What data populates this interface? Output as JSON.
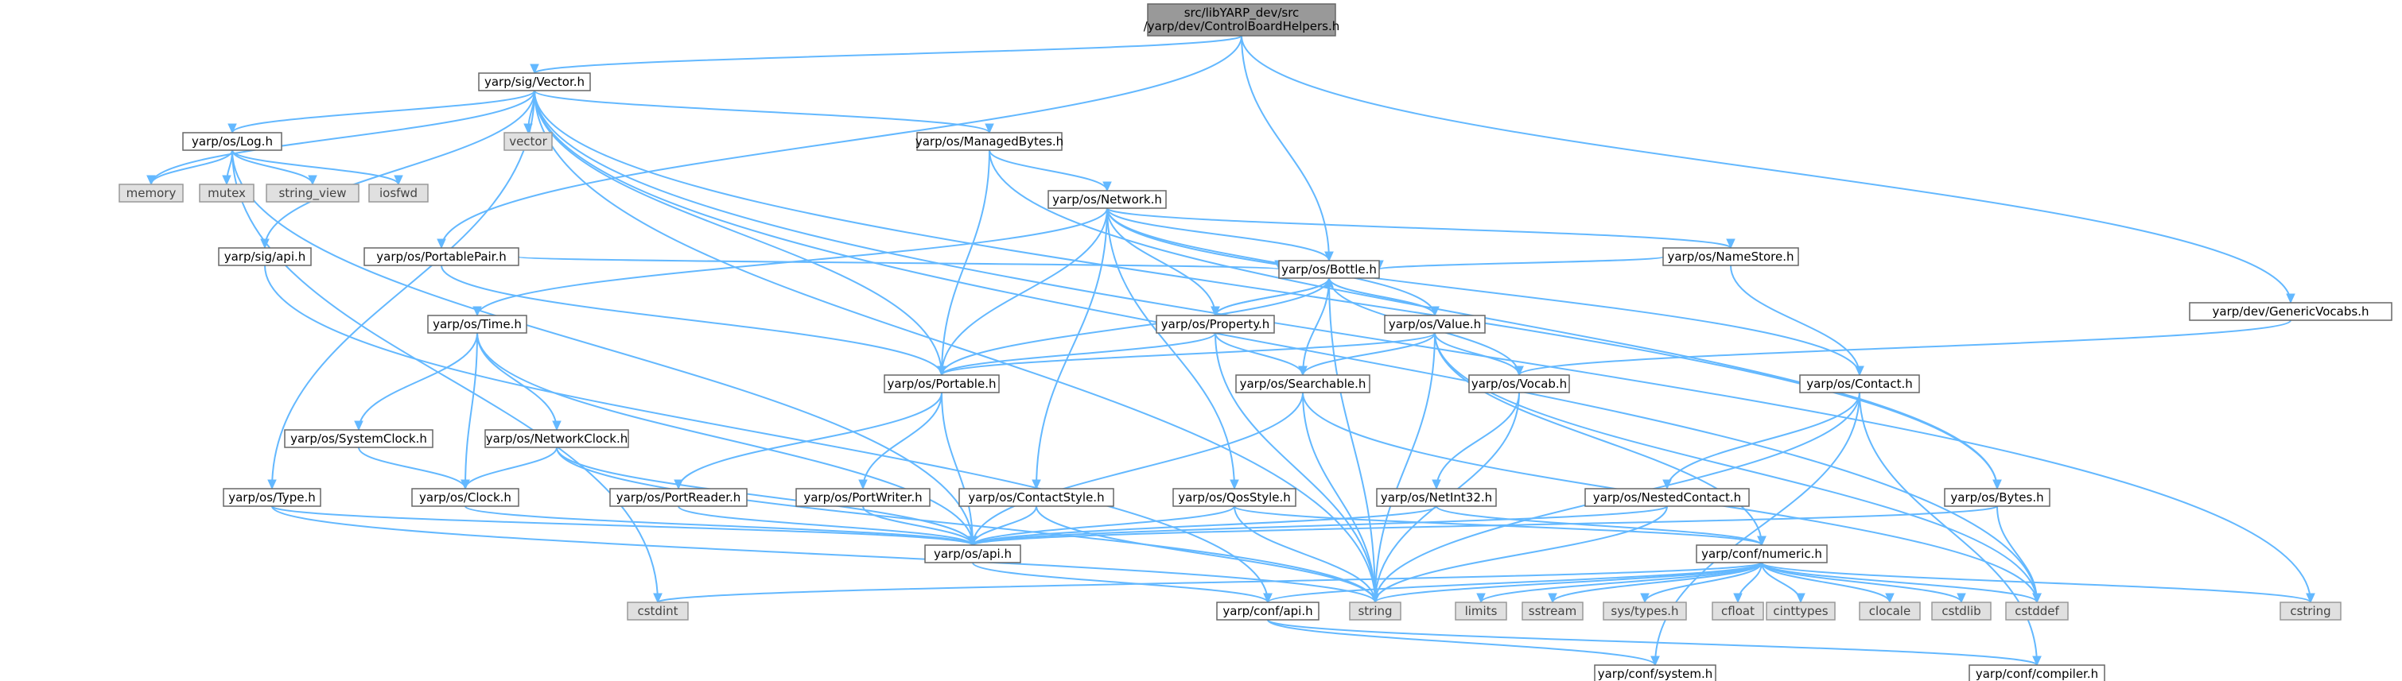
{
  "colors": {
    "edge": "#63b8ff",
    "node_border": "#666666",
    "system_fill": "#e0e0e0",
    "root_fill": "#999999",
    "node_fill": "#ffffff"
  },
  "root": {
    "lines": [
      "src/libYARP_dev/src",
      "/yarp/dev/ControlBoardHelpers.h"
    ]
  },
  "nodes": [
    {
      "id": "vector_h",
      "label": "yarp/sig/Vector.h",
      "kind": "header"
    },
    {
      "id": "genericvocabs",
      "label": "yarp/dev/GenericVocabs.h",
      "kind": "header"
    },
    {
      "id": "log",
      "label": "yarp/os/Log.h",
      "kind": "header"
    },
    {
      "id": "managedbytes",
      "label": "yarp/os/ManagedBytes.h",
      "kind": "header"
    },
    {
      "id": "network",
      "label": "yarp/os/Network.h",
      "kind": "header"
    },
    {
      "id": "sigapi",
      "label": "yarp/sig/api.h",
      "kind": "header"
    },
    {
      "id": "portablepair",
      "label": "yarp/os/PortablePair.h",
      "kind": "header"
    },
    {
      "id": "namestore",
      "label": "yarp/os/NameStore.h",
      "kind": "header"
    },
    {
      "id": "bottle",
      "label": "yarp/os/Bottle.h",
      "kind": "header"
    },
    {
      "id": "time",
      "label": "yarp/os/Time.h",
      "kind": "header"
    },
    {
      "id": "property",
      "label": "yarp/os/Property.h",
      "kind": "header"
    },
    {
      "id": "value",
      "label": "yarp/os/Value.h",
      "kind": "header"
    },
    {
      "id": "portable",
      "label": "yarp/os/Portable.h",
      "kind": "header"
    },
    {
      "id": "searchable",
      "label": "yarp/os/Searchable.h",
      "kind": "header"
    },
    {
      "id": "vocab",
      "label": "yarp/os/Vocab.h",
      "kind": "header"
    },
    {
      "id": "contact",
      "label": "yarp/os/Contact.h",
      "kind": "header"
    },
    {
      "id": "systemclock",
      "label": "yarp/os/SystemClock.h",
      "kind": "header"
    },
    {
      "id": "networkclock",
      "label": "yarp/os/NetworkClock.h",
      "kind": "header"
    },
    {
      "id": "clock",
      "label": "yarp/os/Clock.h",
      "kind": "header"
    },
    {
      "id": "type",
      "label": "yarp/os/Type.h",
      "kind": "header"
    },
    {
      "id": "portreader",
      "label": "yarp/os/PortReader.h",
      "kind": "header"
    },
    {
      "id": "portwriter",
      "label": "yarp/os/PortWriter.h",
      "kind": "header"
    },
    {
      "id": "contactstyle",
      "label": "yarp/os/ContactStyle.h",
      "kind": "header"
    },
    {
      "id": "qosstyle",
      "label": "yarp/os/QosStyle.h",
      "kind": "header"
    },
    {
      "id": "netint32",
      "label": "yarp/os/NetInt32.h",
      "kind": "header"
    },
    {
      "id": "nestedcontact",
      "label": "yarp/os/NestedContact.h",
      "kind": "header"
    },
    {
      "id": "bytes",
      "label": "yarp/os/Bytes.h",
      "kind": "header"
    },
    {
      "id": "osapi",
      "label": "yarp/os/api.h",
      "kind": "header"
    },
    {
      "id": "numeric",
      "label": "yarp/conf/numeric.h",
      "kind": "header"
    },
    {
      "id": "confapi",
      "label": "yarp/conf/api.h",
      "kind": "header"
    },
    {
      "id": "confsystem",
      "label": "yarp/conf/system.h",
      "kind": "header"
    },
    {
      "id": "confcompiler",
      "label": "yarp/conf/compiler.h",
      "kind": "header"
    },
    {
      "id": "vector",
      "label": "vector",
      "kind": "system"
    },
    {
      "id": "memory",
      "label": "memory",
      "kind": "system"
    },
    {
      "id": "mutex",
      "label": "mutex",
      "kind": "system"
    },
    {
      "id": "string_view",
      "label": "string_view",
      "kind": "system"
    },
    {
      "id": "iosfwd",
      "label": "iosfwd",
      "kind": "system"
    },
    {
      "id": "cstdint",
      "label": "cstdint",
      "kind": "system"
    },
    {
      "id": "string",
      "label": "string",
      "kind": "system"
    },
    {
      "id": "limits",
      "label": "limits",
      "kind": "system"
    },
    {
      "id": "sstream",
      "label": "sstream",
      "kind": "system"
    },
    {
      "id": "systypes",
      "label": "sys/types.h",
      "kind": "system"
    },
    {
      "id": "cfloat",
      "label": "cfloat",
      "kind": "system"
    },
    {
      "id": "cinttypes",
      "label": "cinttypes",
      "kind": "system"
    },
    {
      "id": "clocale",
      "label": "clocale",
      "kind": "system"
    },
    {
      "id": "cstdlib",
      "label": "cstdlib",
      "kind": "system"
    },
    {
      "id": "cstddef",
      "label": "cstddef",
      "kind": "system"
    },
    {
      "id": "cstring",
      "label": "cstring",
      "kind": "system"
    }
  ],
  "edges": [
    [
      "root",
      "vector_h"
    ],
    [
      "root",
      "portablepair"
    ],
    [
      "root",
      "bottle"
    ],
    [
      "root",
      "genericvocabs"
    ],
    [
      "vector_h",
      "log"
    ],
    [
      "vector_h",
      "memory"
    ],
    [
      "vector_h",
      "vector"
    ],
    [
      "vector_h",
      "managedbytes"
    ],
    [
      "vector_h",
      "sigapi"
    ],
    [
      "vector_h",
      "type"
    ],
    [
      "vector_h",
      "portable"
    ],
    [
      "vector_h",
      "string"
    ],
    [
      "vector_h",
      "cstddef"
    ],
    [
      "vector_h",
      "cstring"
    ],
    [
      "vector_h",
      "bytes"
    ],
    [
      "log",
      "memory"
    ],
    [
      "log",
      "mutex"
    ],
    [
      "log",
      "string_view"
    ],
    [
      "log",
      "iosfwd"
    ],
    [
      "log",
      "osapi"
    ],
    [
      "log",
      "cstdint"
    ],
    [
      "managedbytes",
      "network"
    ],
    [
      "managedbytes",
      "portable"
    ],
    [
      "managedbytes",
      "bytes"
    ],
    [
      "network",
      "time"
    ],
    [
      "network",
      "portable"
    ],
    [
      "network",
      "contactstyle"
    ],
    [
      "network",
      "qosstyle"
    ],
    [
      "network",
      "property"
    ],
    [
      "network",
      "value"
    ],
    [
      "network",
      "namestore"
    ],
    [
      "network",
      "contact"
    ],
    [
      "network",
      "bottle"
    ],
    [
      "sigapi",
      "confapi"
    ],
    [
      "portablepair",
      "bottle"
    ],
    [
      "portablepair",
      "portable"
    ],
    [
      "namestore",
      "bottle"
    ],
    [
      "namestore",
      "contact"
    ],
    [
      "bottle",
      "property"
    ],
    [
      "bottle",
      "value"
    ],
    [
      "bottle",
      "portable"
    ],
    [
      "bottle",
      "searchable"
    ],
    [
      "bottle",
      "vocab"
    ],
    [
      "bottle",
      "string"
    ],
    [
      "property",
      "bottle"
    ],
    [
      "property",
      "portable"
    ],
    [
      "property",
      "searchable"
    ],
    [
      "property",
      "string"
    ],
    [
      "value",
      "bottle"
    ],
    [
      "value",
      "portable"
    ],
    [
      "value",
      "searchable"
    ],
    [
      "value",
      "vocab"
    ],
    [
      "value",
      "string"
    ],
    [
      "value",
      "numeric"
    ],
    [
      "value",
      "cstddef"
    ],
    [
      "time",
      "systemclock"
    ],
    [
      "time",
      "networkclock"
    ],
    [
      "time",
      "clock"
    ],
    [
      "time",
      "osapi"
    ],
    [
      "systemclock",
      "clock"
    ],
    [
      "networkclock",
      "clock"
    ],
    [
      "networkclock",
      "osapi"
    ],
    [
      "networkclock",
      "string"
    ],
    [
      "clock",
      "osapi"
    ],
    [
      "portable",
      "portreader"
    ],
    [
      "portable",
      "portwriter"
    ],
    [
      "portable",
      "osapi"
    ],
    [
      "portreader",
      "osapi"
    ],
    [
      "portwriter",
      "osapi"
    ],
    [
      "searchable",
      "osapi"
    ],
    [
      "searchable",
      "string"
    ],
    [
      "searchable",
      "cstddef"
    ],
    [
      "vocab",
      "netint32"
    ],
    [
      "vocab",
      "string"
    ],
    [
      "contact",
      "nestedcontact"
    ],
    [
      "contact",
      "string"
    ],
    [
      "contact",
      "confcompiler"
    ],
    [
      "contact",
      "confsystem"
    ],
    [
      "type",
      "osapi"
    ],
    [
      "type",
      "string"
    ],
    [
      "contactstyle",
      "osapi"
    ],
    [
      "contactstyle",
      "string"
    ],
    [
      "qosstyle",
      "osapi"
    ],
    [
      "qosstyle",
      "string"
    ],
    [
      "qosstyle",
      "numeric"
    ],
    [
      "netint32",
      "osapi"
    ],
    [
      "netint32",
      "numeric"
    ],
    [
      "nestedcontact",
      "osapi"
    ],
    [
      "nestedcontact",
      "string"
    ],
    [
      "bytes",
      "osapi"
    ],
    [
      "bytes",
      "cstddef"
    ],
    [
      "osapi",
      "confapi"
    ],
    [
      "numeric",
      "cstdint"
    ],
    [
      "numeric",
      "string"
    ],
    [
      "numeric",
      "limits"
    ],
    [
      "numeric",
      "sstream"
    ],
    [
      "numeric",
      "systypes"
    ],
    [
      "numeric",
      "cfloat"
    ],
    [
      "numeric",
      "cinttypes"
    ],
    [
      "numeric",
      "clocale"
    ],
    [
      "numeric",
      "cstdlib"
    ],
    [
      "numeric",
      "cstddef"
    ],
    [
      "numeric",
      "cstring"
    ],
    [
      "numeric",
      "confapi"
    ],
    [
      "confapi",
      "confsystem"
    ],
    [
      "confapi",
      "confcompiler"
    ],
    [
      "genericvocabs",
      "vocab"
    ]
  ]
}
